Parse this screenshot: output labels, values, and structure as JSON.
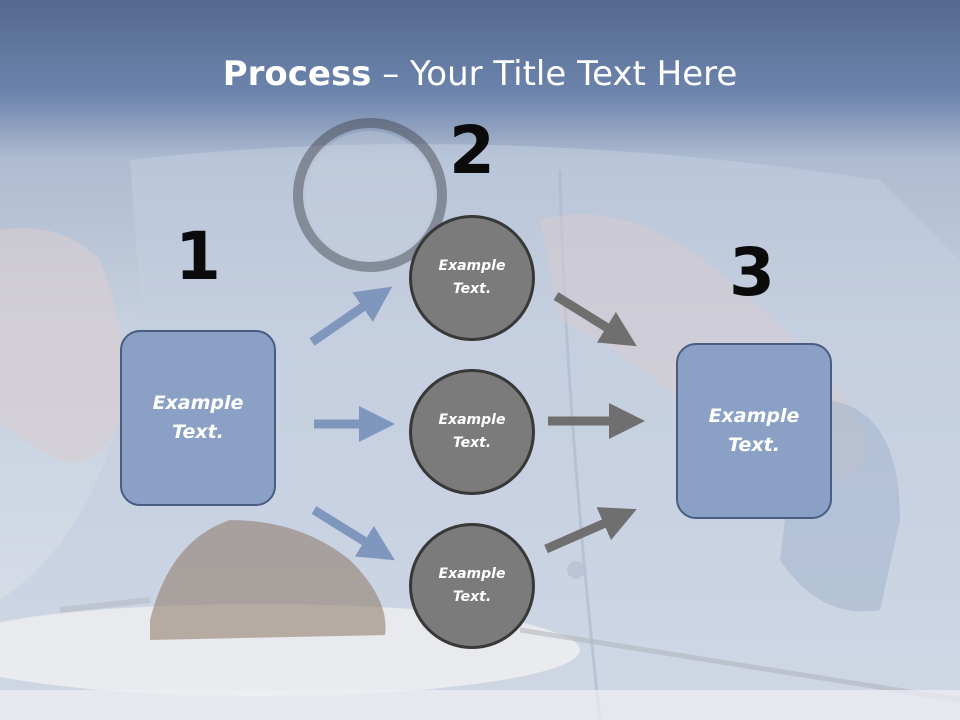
{
  "slide": {
    "title_bold": "Process",
    "title_rest": " – Your Title Text Here"
  },
  "steps": [
    {
      "number": "1",
      "label": "Example Text."
    },
    {
      "number": "2",
      "label": "Example Text."
    },
    {
      "number": "3",
      "label": "Example Text."
    }
  ],
  "circles": [
    {
      "label": "Example Text."
    },
    {
      "label": "Example Text."
    },
    {
      "label": "Example Text."
    }
  ],
  "colors": {
    "box_fill": "#8aa0c5",
    "box_border": "#4a5c80",
    "circle_fill": "#7b7b7b",
    "circle_border": "#383838",
    "arrow_blue": "#7f96bd",
    "arrow_gray": "#6f6f6f",
    "title_band": "#5b7199"
  },
  "background_image": "photo of hands inspecting food on a plate with a magnifying glass (faded)"
}
